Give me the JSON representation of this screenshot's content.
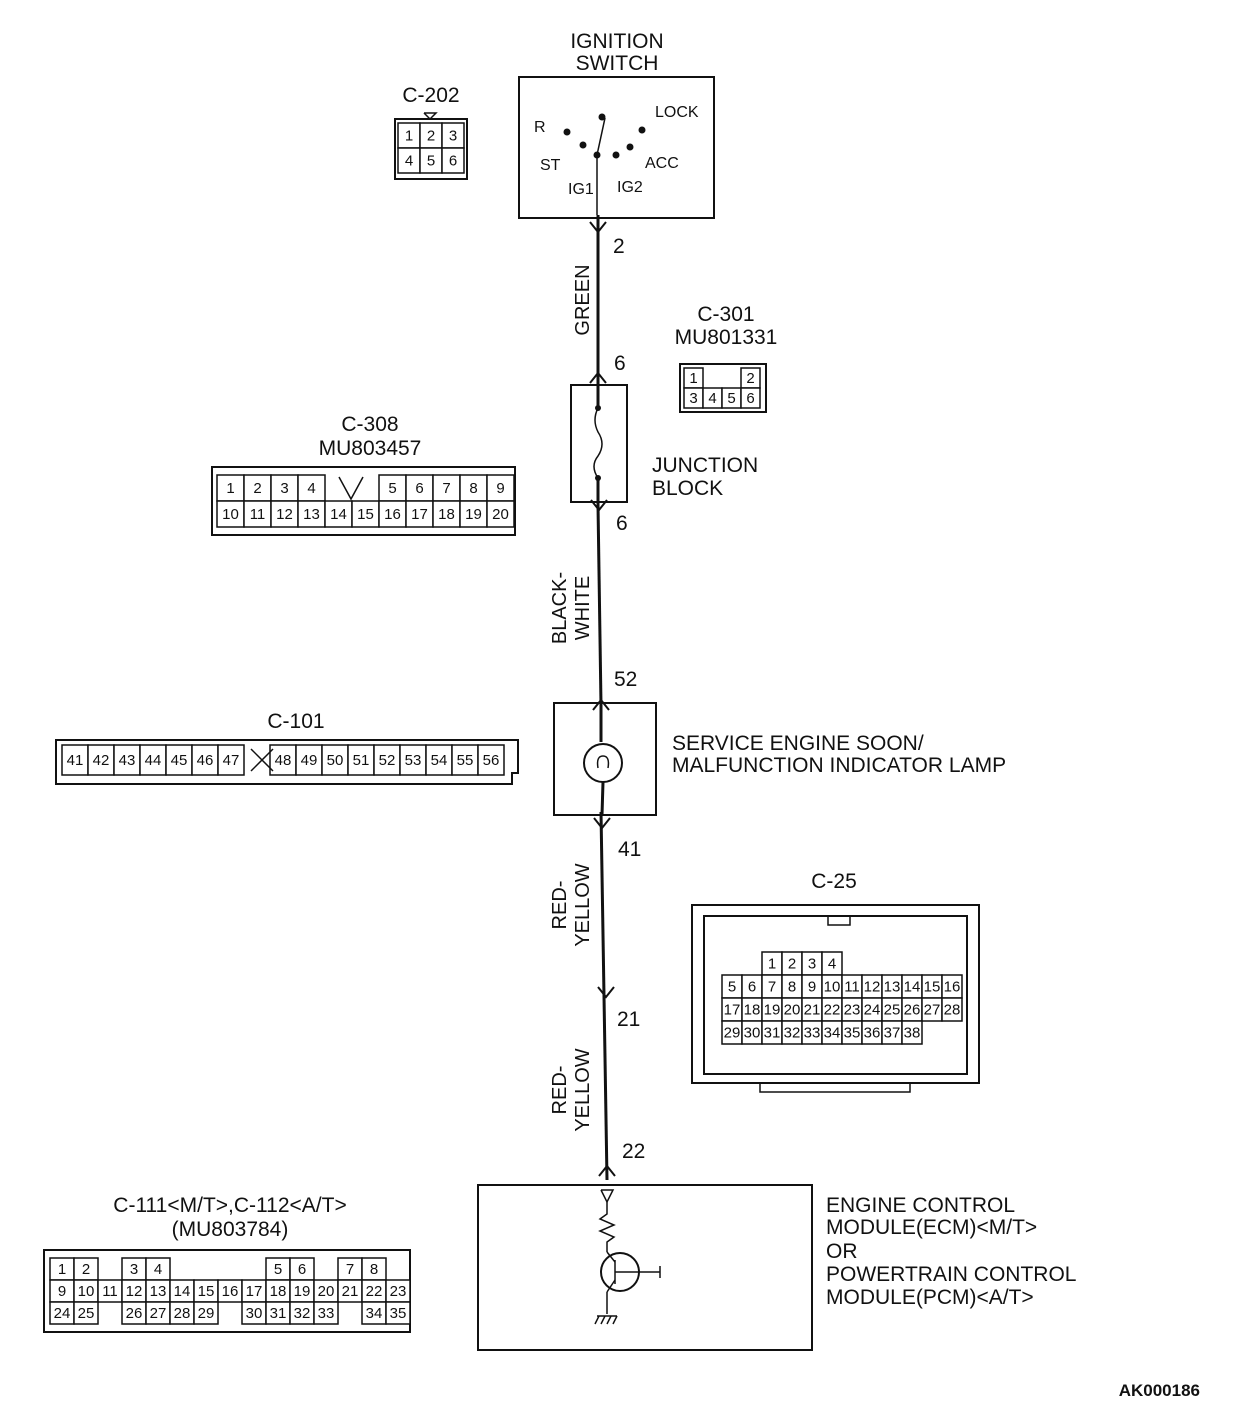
{
  "ignition": {
    "title_line1": "IGNITION",
    "title_line2": "SWITCH",
    "pos_r": "R",
    "pos_lock": "LOCK",
    "pos_st": "ST",
    "pos_acc": "ACC",
    "pos_ig1": "IG1",
    "pos_ig2": "IG2"
  },
  "wire": {
    "pin_ign": "2",
    "color_1": "GREEN",
    "pin_jb_in": "6",
    "pin_jb_out": "6",
    "color_2_line1": "BLACK-",
    "color_2_line2": "WHITE",
    "pin_lamp_in": "52",
    "pin_lamp_out": "41",
    "color_3_line1": "RED-",
    "color_3_line2": "YELLOW",
    "pin_mid": "21",
    "color_4_line1": "RED-",
    "color_4_line2": "YELLOW",
    "pin_ecm": "22"
  },
  "junction": {
    "line1": "JUNCTION",
    "line2": "BLOCK"
  },
  "lamp": {
    "line1": "SERVICE ENGINE SOON/",
    "line2": "MALFUNCTION INDICATOR LAMP"
  },
  "ecm": {
    "line1": "ENGINE CONTROL",
    "line2": "MODULE(ECM)<M/T>",
    "line3": "OR",
    "line4": "POWERTRAIN CONTROL",
    "line5": "MODULE(PCM)<A/T>"
  },
  "connectors": {
    "c202": {
      "name": "C-202",
      "rows": [
        [
          "1",
          "2",
          "3"
        ],
        [
          "4",
          "5",
          "6"
        ]
      ]
    },
    "c301": {
      "name": "C-301",
      "part": "MU801331",
      "rows": [
        [
          "1",
          "",
          "",
          "2"
        ],
        [
          "3",
          "4",
          "5",
          "6"
        ]
      ]
    },
    "c308": {
      "name": "C-308",
      "part": "MU803457",
      "rows": [
        [
          "1",
          "2",
          "3",
          "4",
          "",
          "",
          "5",
          "6",
          "7",
          "8",
          "9"
        ],
        [
          "10",
          "11",
          "12",
          "13",
          "14",
          "15",
          "16",
          "17",
          "18",
          "19",
          "20"
        ]
      ]
    },
    "c101": {
      "name": "C-101",
      "rows": [
        [
          "41",
          "42",
          "43",
          "44",
          "45",
          "46",
          "47",
          "",
          "48",
          "49",
          "50",
          "51",
          "52",
          "53",
          "54",
          "55",
          "56"
        ]
      ]
    },
    "c25": {
      "name": "C-25",
      "rows": [
        [
          "1",
          "2",
          "3",
          "4"
        ],
        [
          "5",
          "6",
          "7",
          "8",
          "9",
          "10",
          "11",
          "12",
          "13",
          "14",
          "15",
          "16"
        ],
        [
          "17",
          "18",
          "19",
          "20",
          "21",
          "22",
          "23",
          "24",
          "25",
          "26",
          "27",
          "28"
        ],
        [
          "29",
          "30",
          "31",
          "32",
          "33",
          "34",
          "35",
          "36",
          "37",
          "38"
        ]
      ]
    },
    "c111": {
      "name": "C-111<M/T>,C-112<A/T>",
      "part": "(MU803784)",
      "rows": [
        [
          "1",
          "2",
          "",
          "3",
          "4",
          "",
          "",
          "",
          "",
          "5",
          "6",
          "",
          "7",
          "8"
        ],
        [
          "9",
          "10",
          "11",
          "12",
          "13",
          "14",
          "15",
          "16",
          "17",
          "18",
          "19",
          "20",
          "21",
          "22",
          "23"
        ],
        [
          "24",
          "25",
          "",
          "26",
          "27",
          "28",
          "29",
          "",
          "30",
          "31",
          "32",
          "33",
          "",
          "34",
          "35"
        ]
      ]
    }
  },
  "figure_code": "AK000186"
}
